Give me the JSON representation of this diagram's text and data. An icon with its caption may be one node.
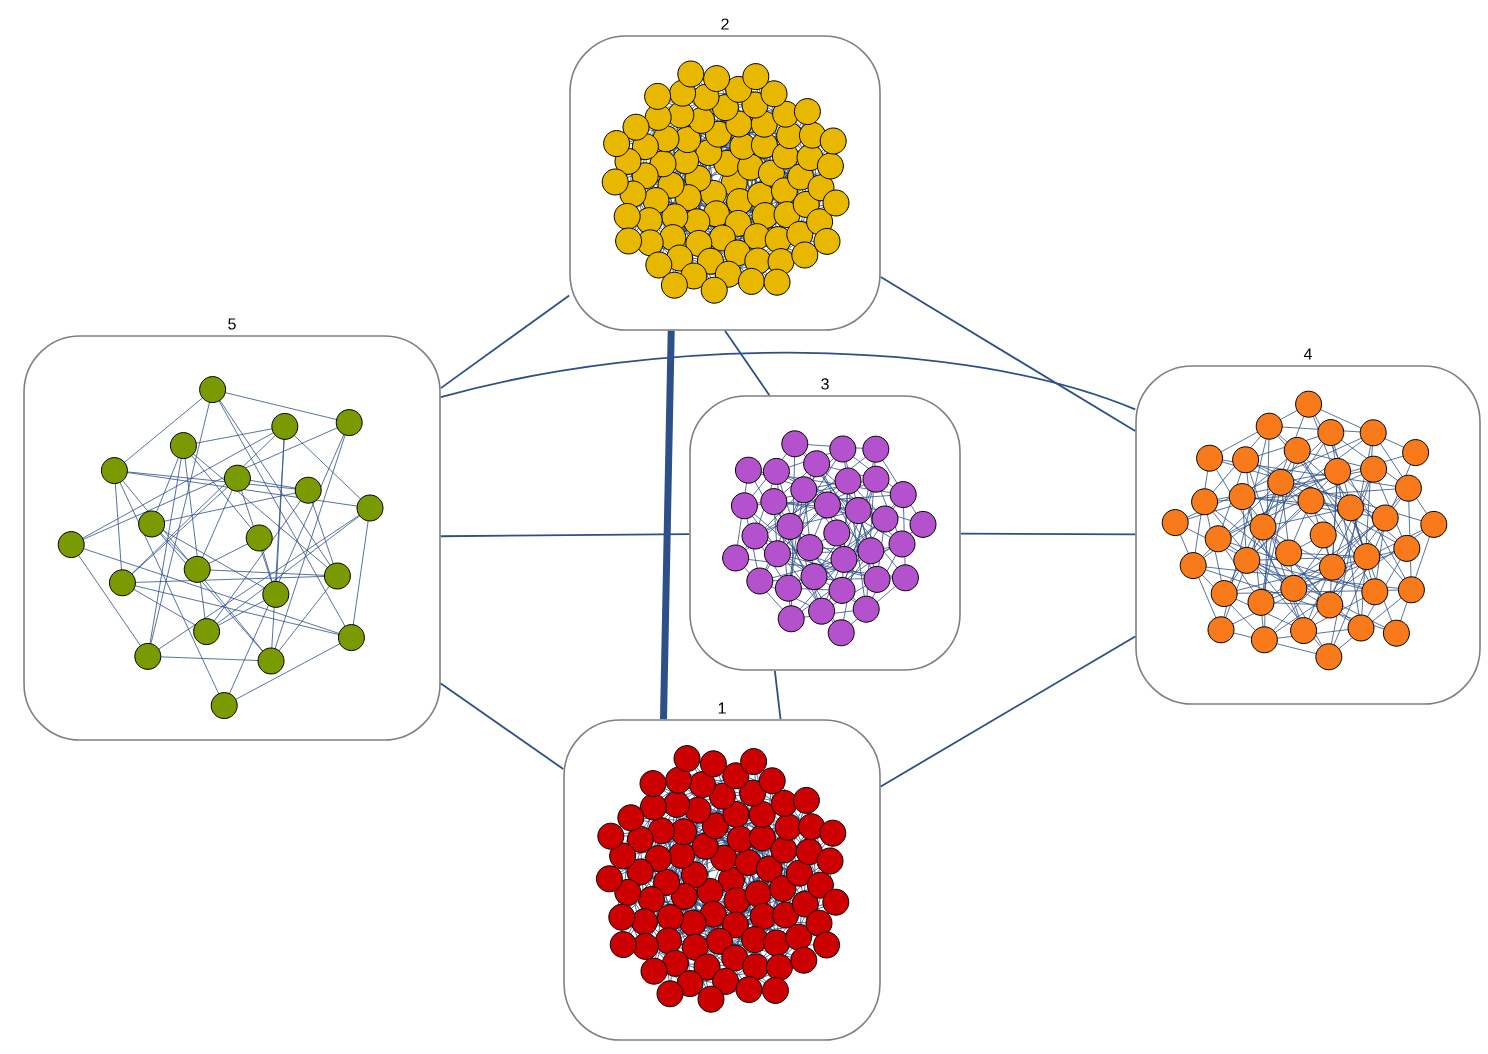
{
  "diagram": {
    "nodes": [
      {
        "text": [
          "2"
        ]
      },
      {
        "text": [
          "5"
        ]
      },
      {
        "text": [
          "4"
        ]
      },
      {
        "text": [
          "3"
        ]
      },
      {
        "text": [
          "1"
        ]
      }
    ],
    "edges": [
      {
        "from": 4,
        "to": 0,
        "arrow": "none",
        "style": "thick"
      },
      {
        "from": 4,
        "to": 1,
        "arrow": "none"
      },
      {
        "from": 4,
        "to": 2,
        "arrow": "none"
      },
      {
        "from": 4,
        "to": 3,
        "arrow": "none"
      },
      {
        "from": 0,
        "to": 1,
        "arrow": "none"
      },
      {
        "from": 0,
        "to": 2,
        "arrow": "none"
      },
      {
        "from": 0,
        "to": 3,
        "arrow": "none"
      },
      {
        "from": 3,
        "to": 2,
        "arrow": "none"
      },
      {
        "from": 3,
        "to": 1,
        "arrow": "none"
      },
      {
        "from": 1,
        "to": 2,
        "arrow": "none"
      }
    ]
  }
}
